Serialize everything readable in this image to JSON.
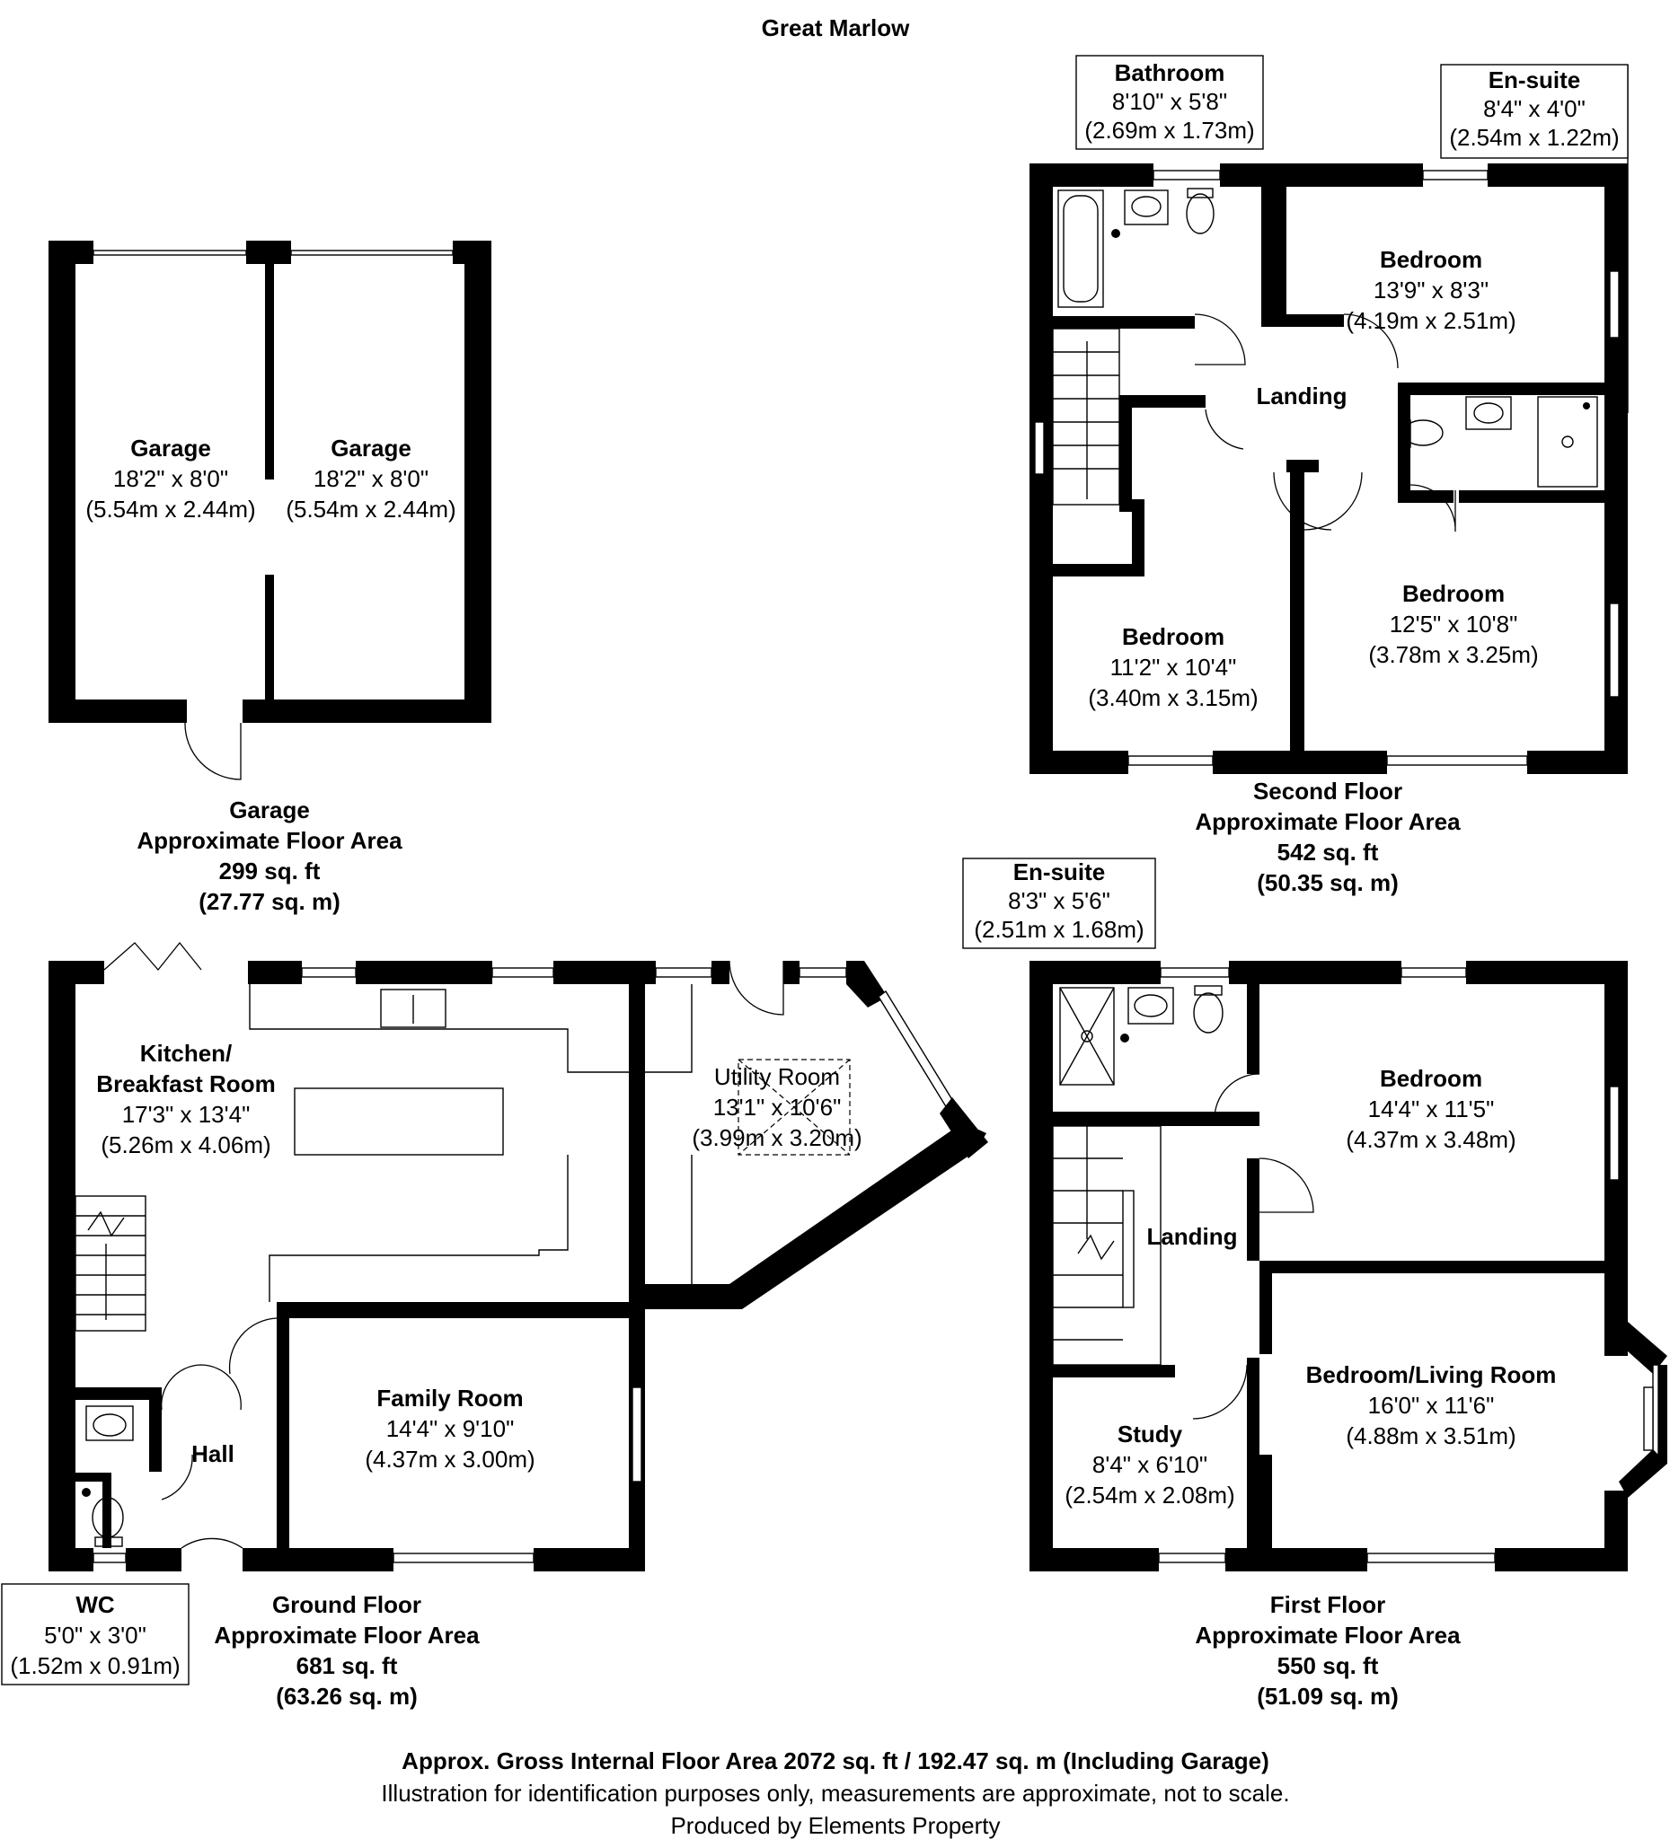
{
  "title": "Great Marlow",
  "footer": {
    "gross": "Approx. Gross Internal Floor Area 2072 sq. ft / 192.47 sq. m (Including Garage)",
    "disclaimer": "Illustration for identification purposes only, measurements are approximate, not to scale.",
    "producer": "Produced by Elements Property"
  },
  "floors": {
    "garage": {
      "name": "Garage",
      "area_label": "Approximate Floor Area",
      "sqft": "299 sq. ft",
      "sqm": "(27.77 sq. m)"
    },
    "ground": {
      "name": "Ground Floor",
      "area_label": "Approximate Floor Area",
      "sqft": "681 sq. ft",
      "sqm": "(63.26 sq. m)"
    },
    "first": {
      "name": "First Floor",
      "area_label": "Approximate Floor Area",
      "sqft": "550 sq. ft",
      "sqm": "(51.09 sq. m)"
    },
    "second": {
      "name": "Second Floor",
      "area_label": "Approximate Floor Area",
      "sqft": "542 sq. ft",
      "sqm": "(50.35 sq. m)"
    }
  },
  "rooms": {
    "garage1": {
      "name": "Garage",
      "imp": "18'2\" x 8'0\"",
      "met": "(5.54m x 2.44m)"
    },
    "garage2": {
      "name": "Garage",
      "imp": "18'2\" x 8'0\"",
      "met": "(5.54m x 2.44m)"
    },
    "kitchen": {
      "name1": "Kitchen/",
      "name2": "Breakfast Room",
      "imp": "17'3\" x 13'4\"",
      "met": "(5.26m x 4.06m)"
    },
    "utility": {
      "name": "Utility Room",
      "imp": "13'1\" x 10'6\"",
      "met": "(3.99m x 3.20m)"
    },
    "family": {
      "name": "Family Room",
      "imp": "14'4\" x 9'10\"",
      "met": "(4.37m x 3.00m)"
    },
    "hall": {
      "name": "Hall"
    },
    "wc": {
      "name": "WC",
      "imp": "5'0\" x 3'0\"",
      "met": "(1.52m x 0.91m)"
    },
    "ensuite1": {
      "name": "En-suite",
      "imp": "8'3\" x 5'6\"",
      "met": "(2.51m x 1.68m)"
    },
    "bedroom_f1": {
      "name": "Bedroom",
      "imp": "14'4\" x 11'5\"",
      "met": "(4.37m x 3.48m)"
    },
    "landing_f1": {
      "name": "Landing"
    },
    "bedliving": {
      "name": "Bedroom/Living Room",
      "imp": "16'0\" x 11'6\"",
      "met": "(4.88m x 3.51m)"
    },
    "study": {
      "name": "Study",
      "imp": "8'4\" x 6'10\"",
      "met": "(2.54m x 2.08m)"
    },
    "bathroom": {
      "name": "Bathroom",
      "imp": "8'10\" x 5'8\"",
      "met": "(2.69m x 1.73m)"
    },
    "ensuite2": {
      "name": "En-suite",
      "imp": "8'4\" x 4'0\"",
      "met": "(2.54m x 1.22m)"
    },
    "bedroom_s1": {
      "name": "Bedroom",
      "imp": "13'9\" x 8'3\"",
      "met": "(4.19m x 2.51m)"
    },
    "landing_s2": {
      "name": "Landing"
    },
    "bedroom_s2": {
      "name": "Bedroom",
      "imp": "12'5\" x 10'8\"",
      "met": "(3.78m x 3.25m)"
    },
    "bedroom_s3": {
      "name": "Bedroom",
      "imp": "11'2\" x 10'4\"",
      "met": "(3.40m x 3.15m)"
    }
  }
}
